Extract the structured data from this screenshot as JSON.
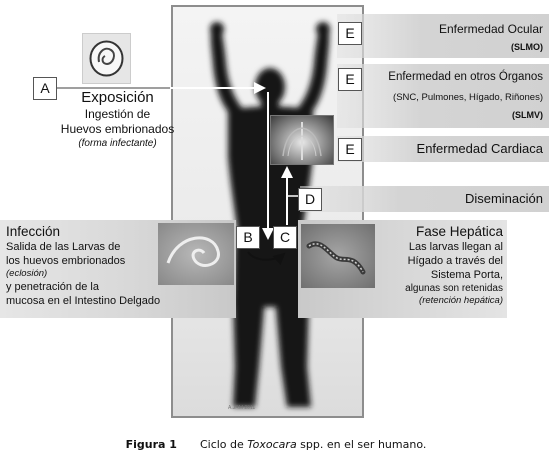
{
  "caption": {
    "fig": "Figura 1",
    "pre": "Ciclo de ",
    "genus": "Toxocara",
    "post": " spp. en el ser humano."
  },
  "watermark": "A.JRM 2011",
  "exposicion": {
    "letter": "A",
    "title": "Exposición",
    "l1": "Ingestión de",
    "l2": "Huevos embrionados",
    "l3": "(forma infectante)"
  },
  "infeccion": {
    "letter": "B",
    "title": "Infección",
    "l1": "Salida de las Larvas de",
    "l2": "los huevos embrionados",
    "l3": "(eclosión)",
    "l4": "y penetración de la",
    "l5": "mucosa en el Intestino Delgado"
  },
  "hepatica": {
    "letter": "C",
    "title": "Fase Hepática",
    "l1": "Las larvas llegan al",
    "l2": "Hígado a través del",
    "l3": "Sistema Porta,",
    "l4": "algunas son retenidas",
    "l5": "(retención hepática)"
  },
  "diseminacion": {
    "letter": "D",
    "title": "Diseminación"
  },
  "ocular": {
    "letter": "E",
    "title": "Enfermedad Ocular",
    "abbr": "(SLMO)"
  },
  "organos": {
    "letter": "E",
    "title": "Enfermedad en otros Órganos",
    "organs": "(SNC, Pulmones, Hígado, Riñones)",
    "abbr": "(SLMV)"
  },
  "cardiaca": {
    "letter": "E",
    "title": "Enfermedad Cardiaca"
  },
  "colors": {
    "silhouette": "#111111",
    "panel_border": "#8d8d8d",
    "box_gray": "#d9d9d9"
  }
}
